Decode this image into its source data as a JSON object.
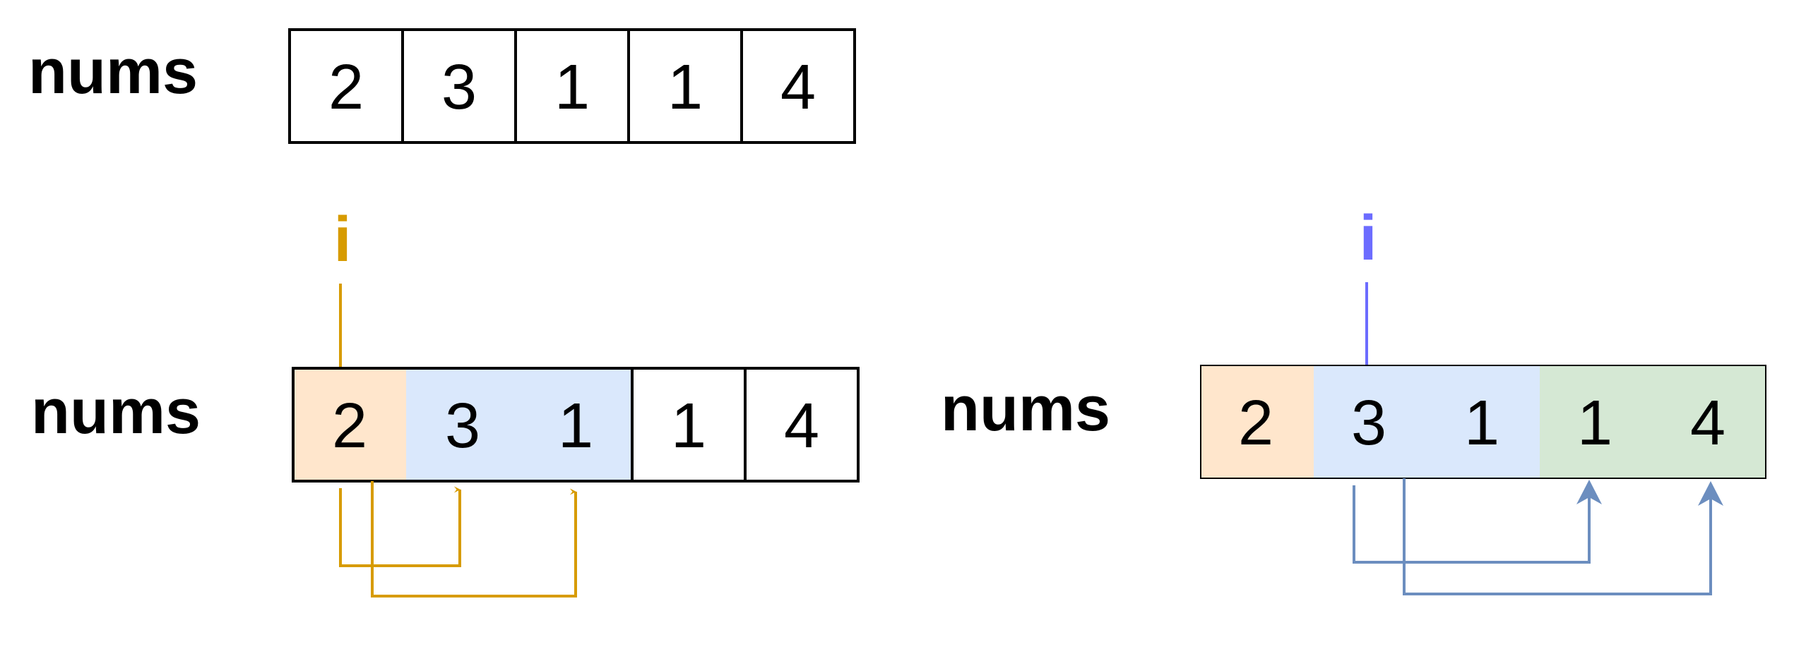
{
  "diagram": {
    "array_label": "nums",
    "pointer_label": "i",
    "values": [
      "2",
      "3",
      "1",
      "1",
      "4"
    ],
    "colors": {
      "orange_fill": "#FFE6CC",
      "blue_fill": "#DAE8FC",
      "green_fill": "#D5E8D4",
      "gold_pointer": "#D79B00",
      "purple_pointer": "#6C6CFF",
      "steel_arrow": "#6C8EBF",
      "outline": "#000000"
    },
    "rows": [
      {
        "id": "top",
        "pointer": null,
        "cell_fills": [
          "none",
          "none",
          "none",
          "none",
          "none"
        ],
        "arrows": []
      },
      {
        "id": "step1",
        "pointer": {
          "index": 0,
          "color": "gold_pointer"
        },
        "cell_fills": [
          "orange_fill",
          "blue_fill",
          "blue_fill",
          "none",
          "none"
        ],
        "arrows": [
          {
            "from": 0,
            "to": 1,
            "color": "gold_pointer"
          },
          {
            "from": 0,
            "to": 2,
            "color": "gold_pointer"
          }
        ]
      },
      {
        "id": "step2",
        "pointer": {
          "index": 1,
          "color": "purple_pointer"
        },
        "cell_fills": [
          "orange_fill",
          "blue_fill",
          "blue_fill",
          "green_fill",
          "green_fill"
        ],
        "arrows": [
          {
            "from": 1,
            "to": 3,
            "color": "steel_arrow"
          },
          {
            "from": 1,
            "to": 4,
            "color": "steel_arrow"
          }
        ]
      }
    ]
  }
}
